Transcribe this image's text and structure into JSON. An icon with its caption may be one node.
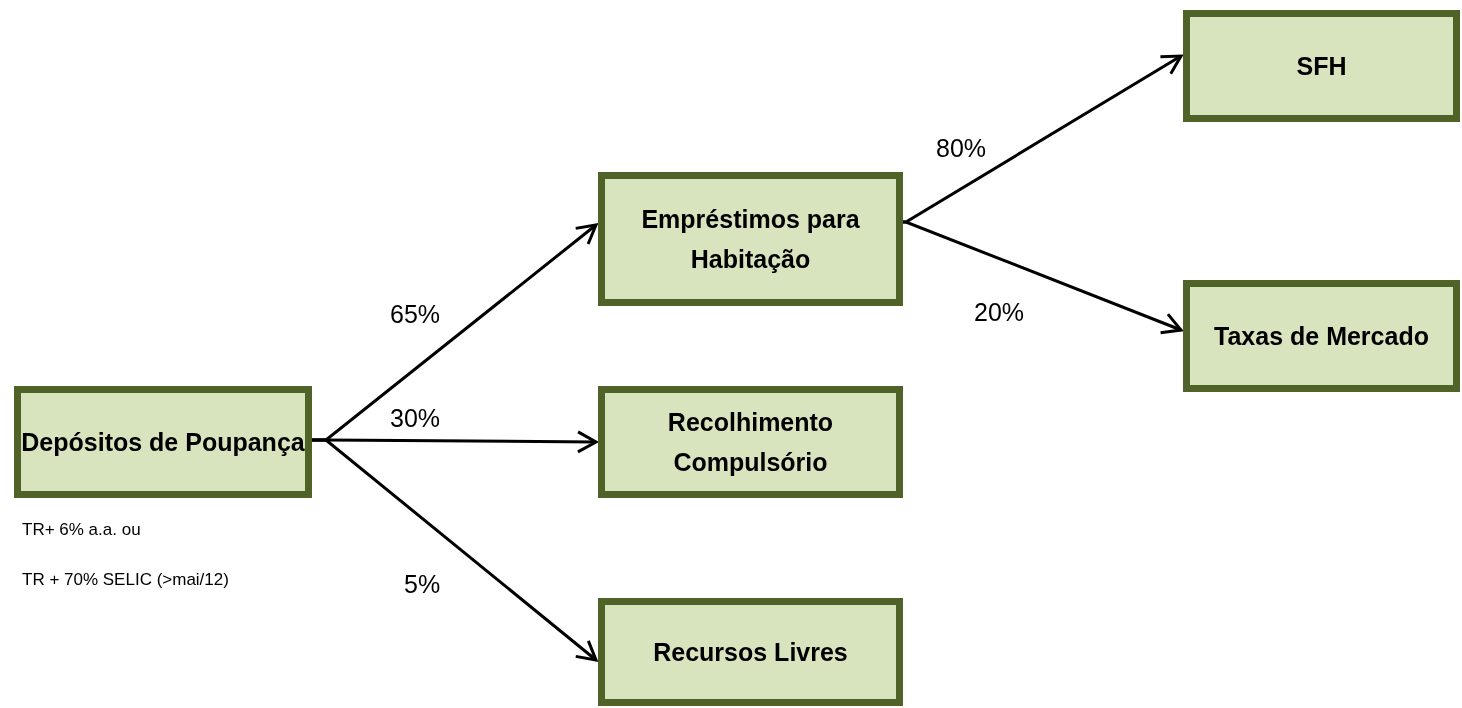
{
  "diagram": {
    "nodes": [
      {
        "text": [
          "Depósitos de Poupança"
        ],
        "beside": [
          "TR+ 6% a.a. ou",
          "TR + 70% SELIC (>mai/12)"
        ]
      },
      {
        "text": [
          "Empréstimos para Habitação"
        ]
      },
      {
        "text": [
          "Recolhimento Compulsório"
        ]
      },
      {
        "text": [
          "Recursos Livres"
        ]
      },
      {
        "text": [
          "SFH"
        ]
      },
      {
        "text": [
          "Taxas de Mercado"
        ]
      }
    ],
    "edges": [
      {
        "from": 0,
        "to": 1,
        "arrow": "to",
        "label": "65%"
      },
      {
        "from": 0,
        "to": 2,
        "arrow": "to",
        "label": "30%"
      },
      {
        "from": 0,
        "to": 3,
        "arrow": "to",
        "label": "5%"
      },
      {
        "from": 1,
        "to": 4,
        "arrow": "to",
        "label": "80%"
      },
      {
        "from": 1,
        "to": 5,
        "arrow": "to",
        "label": "20%"
      }
    ]
  }
}
